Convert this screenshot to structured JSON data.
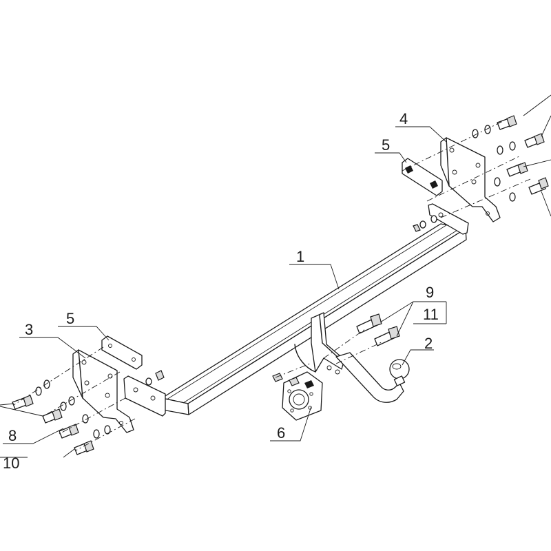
{
  "callouts": {
    "c1": "1",
    "c2": "2",
    "c3": "3",
    "c4": "4",
    "c5a": "5",
    "c5b": "5",
    "c6": "6",
    "c8": "8",
    "c9": "9",
    "c10": "10",
    "c11": "11"
  },
  "colors": {
    "line": "#1a1a1a",
    "background": "#ffffff",
    "shade": "#dcdcdc"
  }
}
